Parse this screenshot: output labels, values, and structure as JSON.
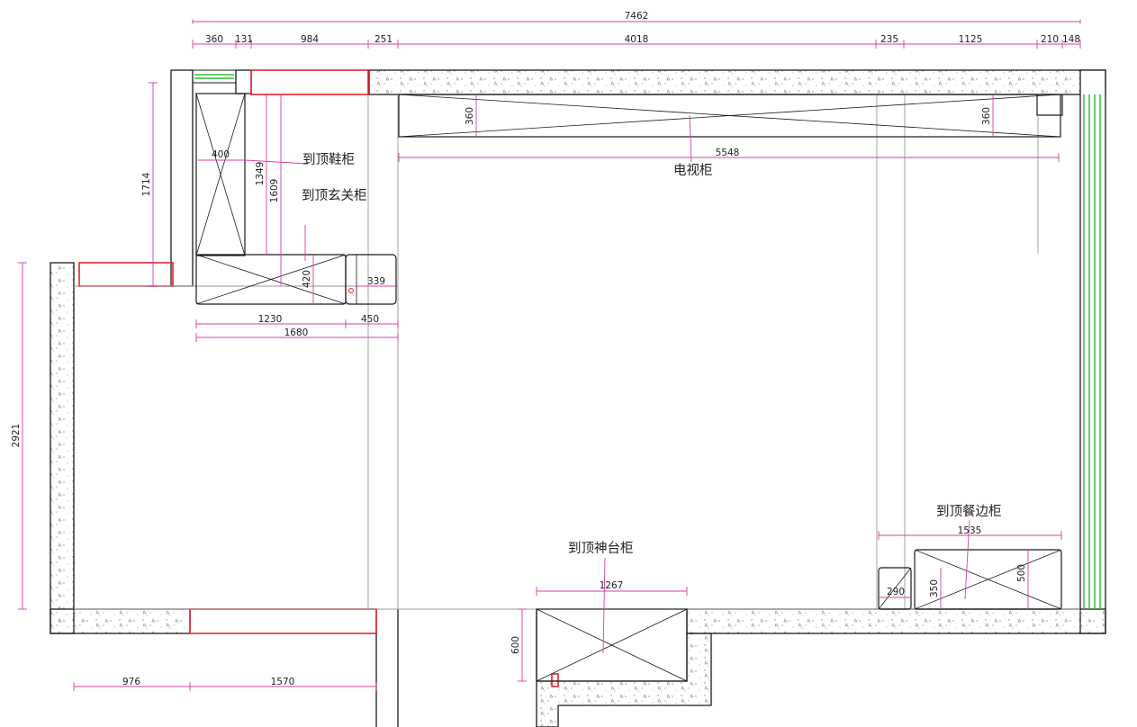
{
  "colors": {
    "wall_line": "#1a1a1a",
    "dimension": "#d6409f",
    "window_red": "#e0252b",
    "glass_green": "#2bc43a",
    "texture": "#8a8a8a",
    "thin_line": "#9a9a9a"
  },
  "dimensions": {
    "total_top": "7462",
    "seg_360": "360",
    "seg_131": "131",
    "seg_984": "984",
    "seg_251": "251",
    "seg_4018": "4018",
    "seg_235": "235",
    "seg_1125": "1125",
    "seg_210": "210",
    "seg_148": "148",
    "left_1714": "1714",
    "left_2921": "2921",
    "shoe_depth": "400",
    "entry_1349": "1349",
    "entry_1609": "1609",
    "cab_420": "420",
    "cab_339": "339",
    "cab_1230": "1230",
    "cab_450": "450",
    "cab_1680": "1680",
    "tv_360_left": "360",
    "tv_360_right": "360",
    "tv_5548": "5548",
    "altar_1267": "1267",
    "altar_600": "600",
    "bottom_976": "976",
    "bottom_1570": "1570",
    "side_1535": "1535",
    "side_290": "290",
    "side_350": "350",
    "side_500": "500"
  },
  "labels": {
    "shoe_cabinet": "到顶鞋柜",
    "entry_cabinet": "到顶玄关柜",
    "tv_cabinet": "电视柜",
    "altar_cabinet": "到顶神台柜",
    "sideboard": "到顶餐边柜"
  }
}
